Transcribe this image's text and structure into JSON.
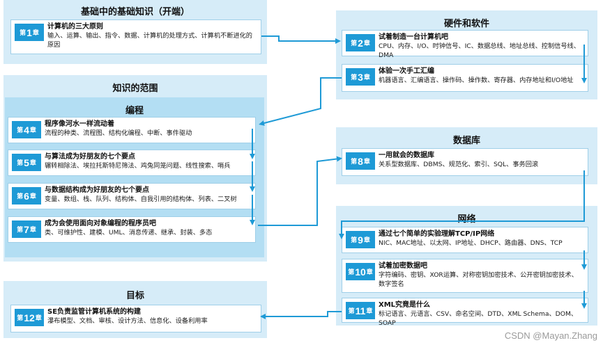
{
  "left_top": {
    "title": "基础中的基础知识（开端）",
    "chapters": [
      {
        "prefix": "第",
        "num": "1",
        "suffix": "章",
        "title": "计算机的三大原则",
        "desc": "输入、运算、输出、指令、数据、计算机的处理方式、计算机不断进化的原因"
      }
    ]
  },
  "knowledge": {
    "title": "知识的范围",
    "programming": {
      "title": "编程",
      "chapters": [
        {
          "prefix": "第",
          "num": "4",
          "suffix": "章",
          "title": "程序像河水一样流动着",
          "desc": "流程的种类、流程图、结构化编程、中断、事件驱动"
        },
        {
          "prefix": "第",
          "num": "5",
          "suffix": "章",
          "title": "与算法成为好朋友的七个要点",
          "desc": "辗转相除法、埃拉托斯特尼筛法、鸡兔同笼问题、线性搜索、哨兵"
        },
        {
          "prefix": "第",
          "num": "6",
          "suffix": "章",
          "title": "与数据结构成为好朋友的七个要点",
          "desc": "变量、数组、栈、队列、结构体、自我引用的结构体、列表、二叉树"
        },
        {
          "prefix": "第",
          "num": "7",
          "suffix": "章",
          "title": "成为会使用面向对象编程的程序员吧",
          "desc": "类、可维护性、建模、UML、消息传递、继承、封装、多态"
        }
      ]
    }
  },
  "hardware": {
    "title": "硬件和软件",
    "chapters": [
      {
        "prefix": "第",
        "num": "2",
        "suffix": "章",
        "title": "试着制造一台计算机吧",
        "desc": "CPU、内存、I/O、时钟信号、IC、数据总线、地址总线、控制信号线、DMA"
      },
      {
        "prefix": "第",
        "num": "3",
        "suffix": "章",
        "title": "体验一次手工汇编",
        "desc": "机器语言、汇编语言、操作码、操作数、寄存器、内存地址和I/O地址"
      }
    ]
  },
  "database": {
    "title": "数据库",
    "chapters": [
      {
        "prefix": "第",
        "num": "8",
        "suffix": "章",
        "title": "一用就会的数据库",
        "desc": "关系型数据库、DBMS、规范化、索引、SQL、事务回滚"
      }
    ]
  },
  "network": {
    "title": "网络",
    "chapters": [
      {
        "prefix": "第",
        "num": "9",
        "suffix": "章",
        "title": "通过七个简单的实验理解TCP/IP网络",
        "desc": "NIC、MAC地址、以太网、IP地址、DHCP、路由器、DNS、TCP"
      },
      {
        "prefix": "第",
        "num": "10",
        "suffix": "章",
        "title": "试着加密数据吧",
        "desc": "字符编码、密钥、XOR运算、对称密钥加密技术、公开密钥加密技术、数字签名"
      },
      {
        "prefix": "第",
        "num": "11",
        "suffix": "章",
        "title": "XML究竟是什么",
        "desc": "标记语言、元语言、CSV、命名空间、DTD、XML Schema、DOM、SOAP"
      }
    ]
  },
  "goal": {
    "title": "目标",
    "chapters": [
      {
        "prefix": "第",
        "num": "12",
        "suffix": "章",
        "title": "SE负责监管计算机系统的构建",
        "desc": "瀑布模型、文档、审核、设计方法、信息化、设备利用率"
      }
    ]
  },
  "watermark": "CSDN @Mayan.Zhang",
  "colors": {
    "panel": "#d6ecf8",
    "sub_panel": "#b3def3",
    "badge": "#1e9ad6",
    "arrow": "#1e9ad6"
  }
}
